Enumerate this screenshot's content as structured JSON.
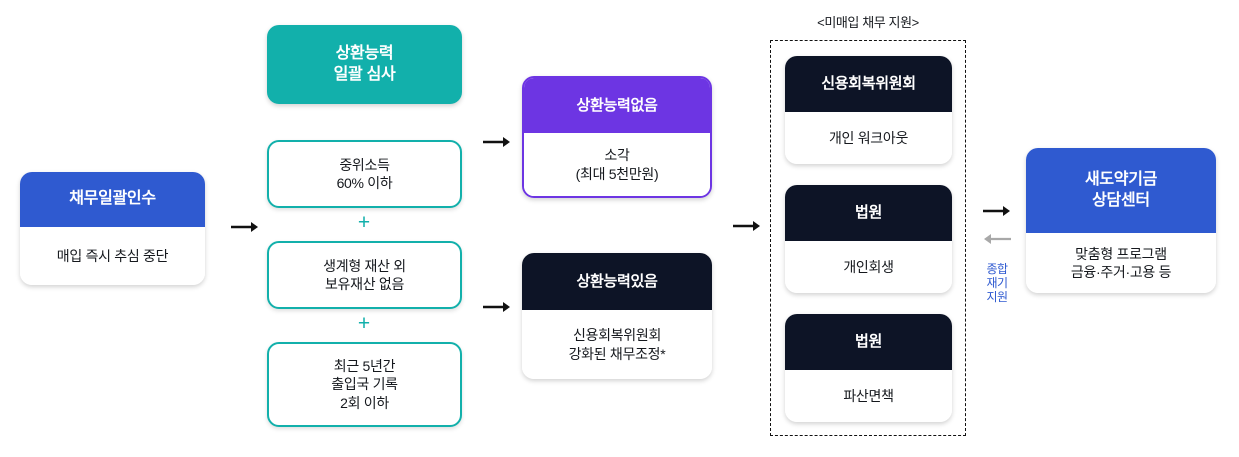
{
  "diagram": {
    "group_caption": "<미매입 채무 지원>",
    "side_label": "종합\n재기\n지원",
    "colors": {
      "blue": "#2f5ad0",
      "teal": "#12b0ab",
      "purple": "#6d35e3",
      "navy": "#0d1426",
      "arrow_dark": "#111111",
      "arrow_gray": "#a8a8a8"
    }
  },
  "nodes": {
    "acquire": {
      "title": "채무일괄인수",
      "body": "매입 즉시 추심 중단"
    },
    "review_banner": {
      "title": "상환능력\n일괄 심사"
    },
    "conditions": [
      {
        "text": "중위소득\n60% 이하"
      },
      {
        "text": "생계형 재산 외\n보유재산 없음"
      },
      {
        "text": "최근 5년간\n출입국 기록\n2회 이하"
      }
    ],
    "plus_symbol": "+",
    "no_capacity": {
      "title": "상환능력없음",
      "body": "소각\n(최대 5천만원)"
    },
    "has_capacity": {
      "title": "상환능력있음",
      "body": "신용회복위원회\n강화된 채무조정*"
    },
    "support_options": [
      {
        "title": "신용회복위원회",
        "body": "개인 워크아웃"
      },
      {
        "title": "법원",
        "body": "개인회생"
      },
      {
        "title": "법원",
        "body": "파산면책"
      }
    ],
    "fund_center": {
      "title": "새도약기금\n상담센터",
      "body": "맞춤형 프로그램\n금융·주거·고용 등"
    }
  }
}
